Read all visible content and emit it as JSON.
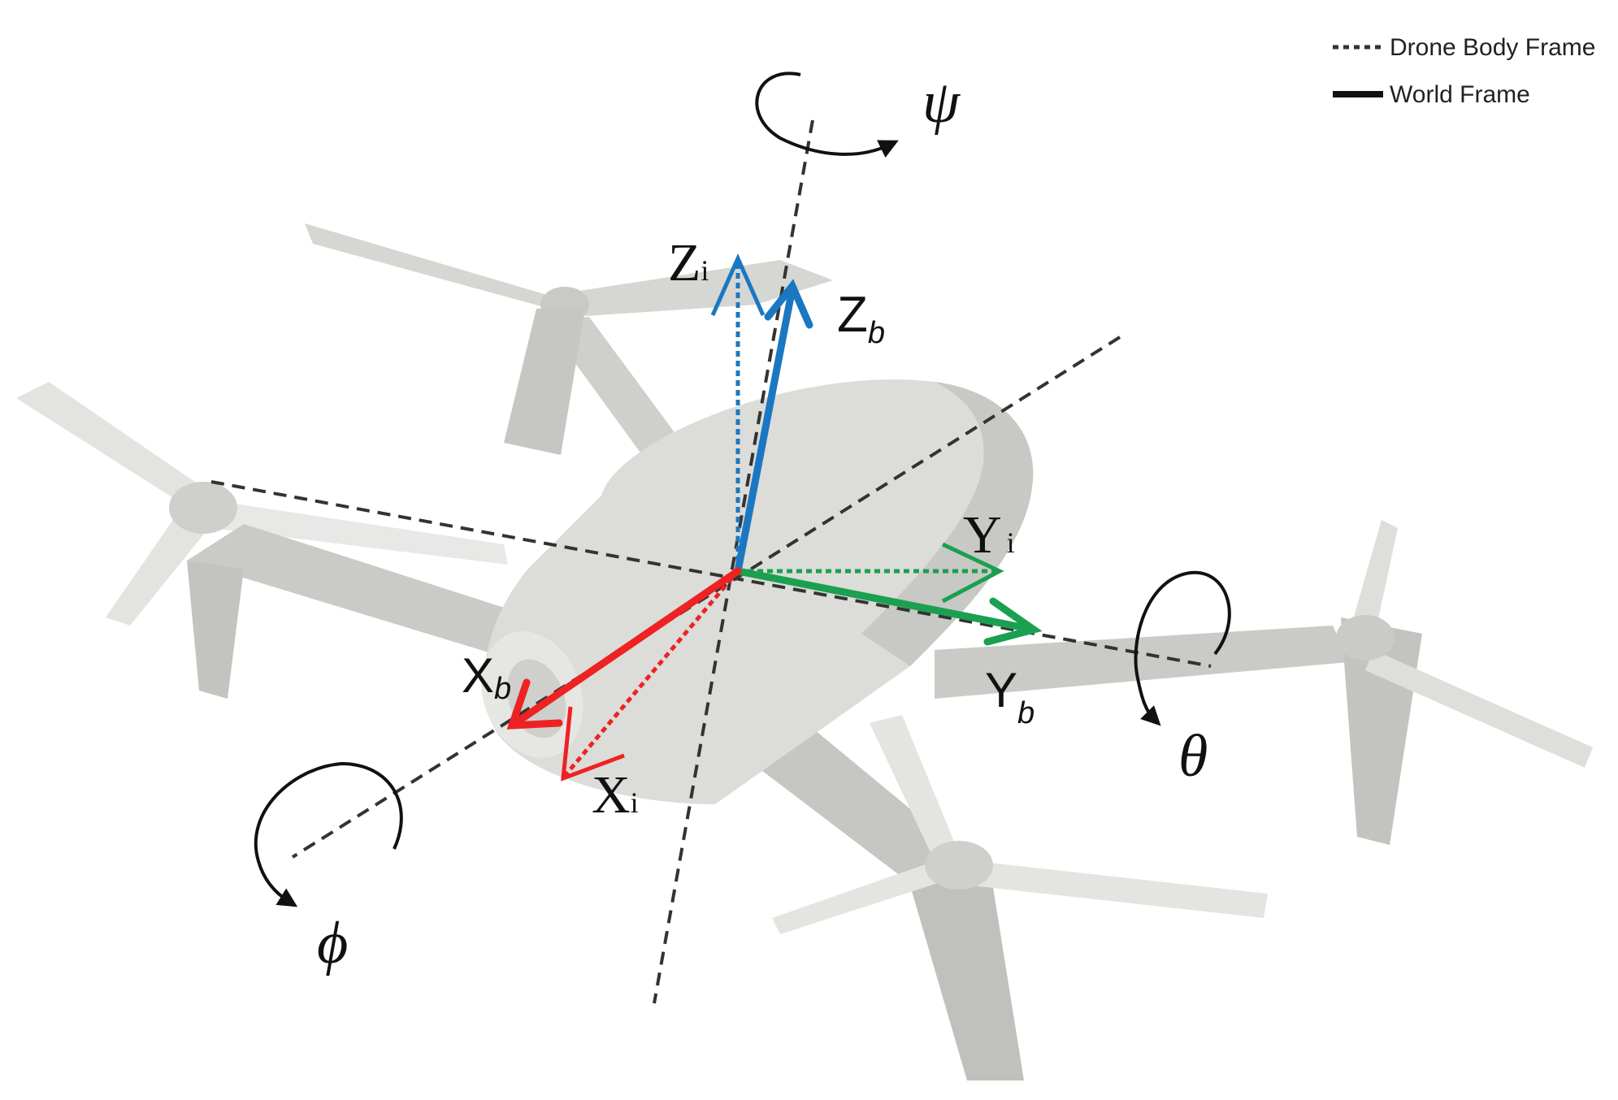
{
  "legend": {
    "body_frame_label": "Drone Body Frame",
    "world_frame_label": "World Frame"
  },
  "angles": {
    "yaw": "ψ",
    "pitch": "θ",
    "roll": "ϕ"
  },
  "axes": {
    "z_world": {
      "base": "Z",
      "sub": "i"
    },
    "z_body": {
      "base": "Z",
      "sub": "b"
    },
    "y_world": {
      "base": "Y",
      "sub": "i"
    },
    "y_body": {
      "base": "Y",
      "sub": "b"
    },
    "x_world": {
      "base": "X",
      "sub": "i"
    },
    "x_body": {
      "base": "X",
      "sub": "b"
    }
  },
  "colors": {
    "x_axis": "#ee2222",
    "y_axis": "#1aa050",
    "z_axis": "#1a78c2",
    "dashed_axis": "#333333",
    "drone_body": "#d8d8d4",
    "drone_shadow": "#c2c2be"
  },
  "icons": {
    "drone": "quadcopter-photo",
    "rotation_arrows": "curved-arrow-icon"
  }
}
